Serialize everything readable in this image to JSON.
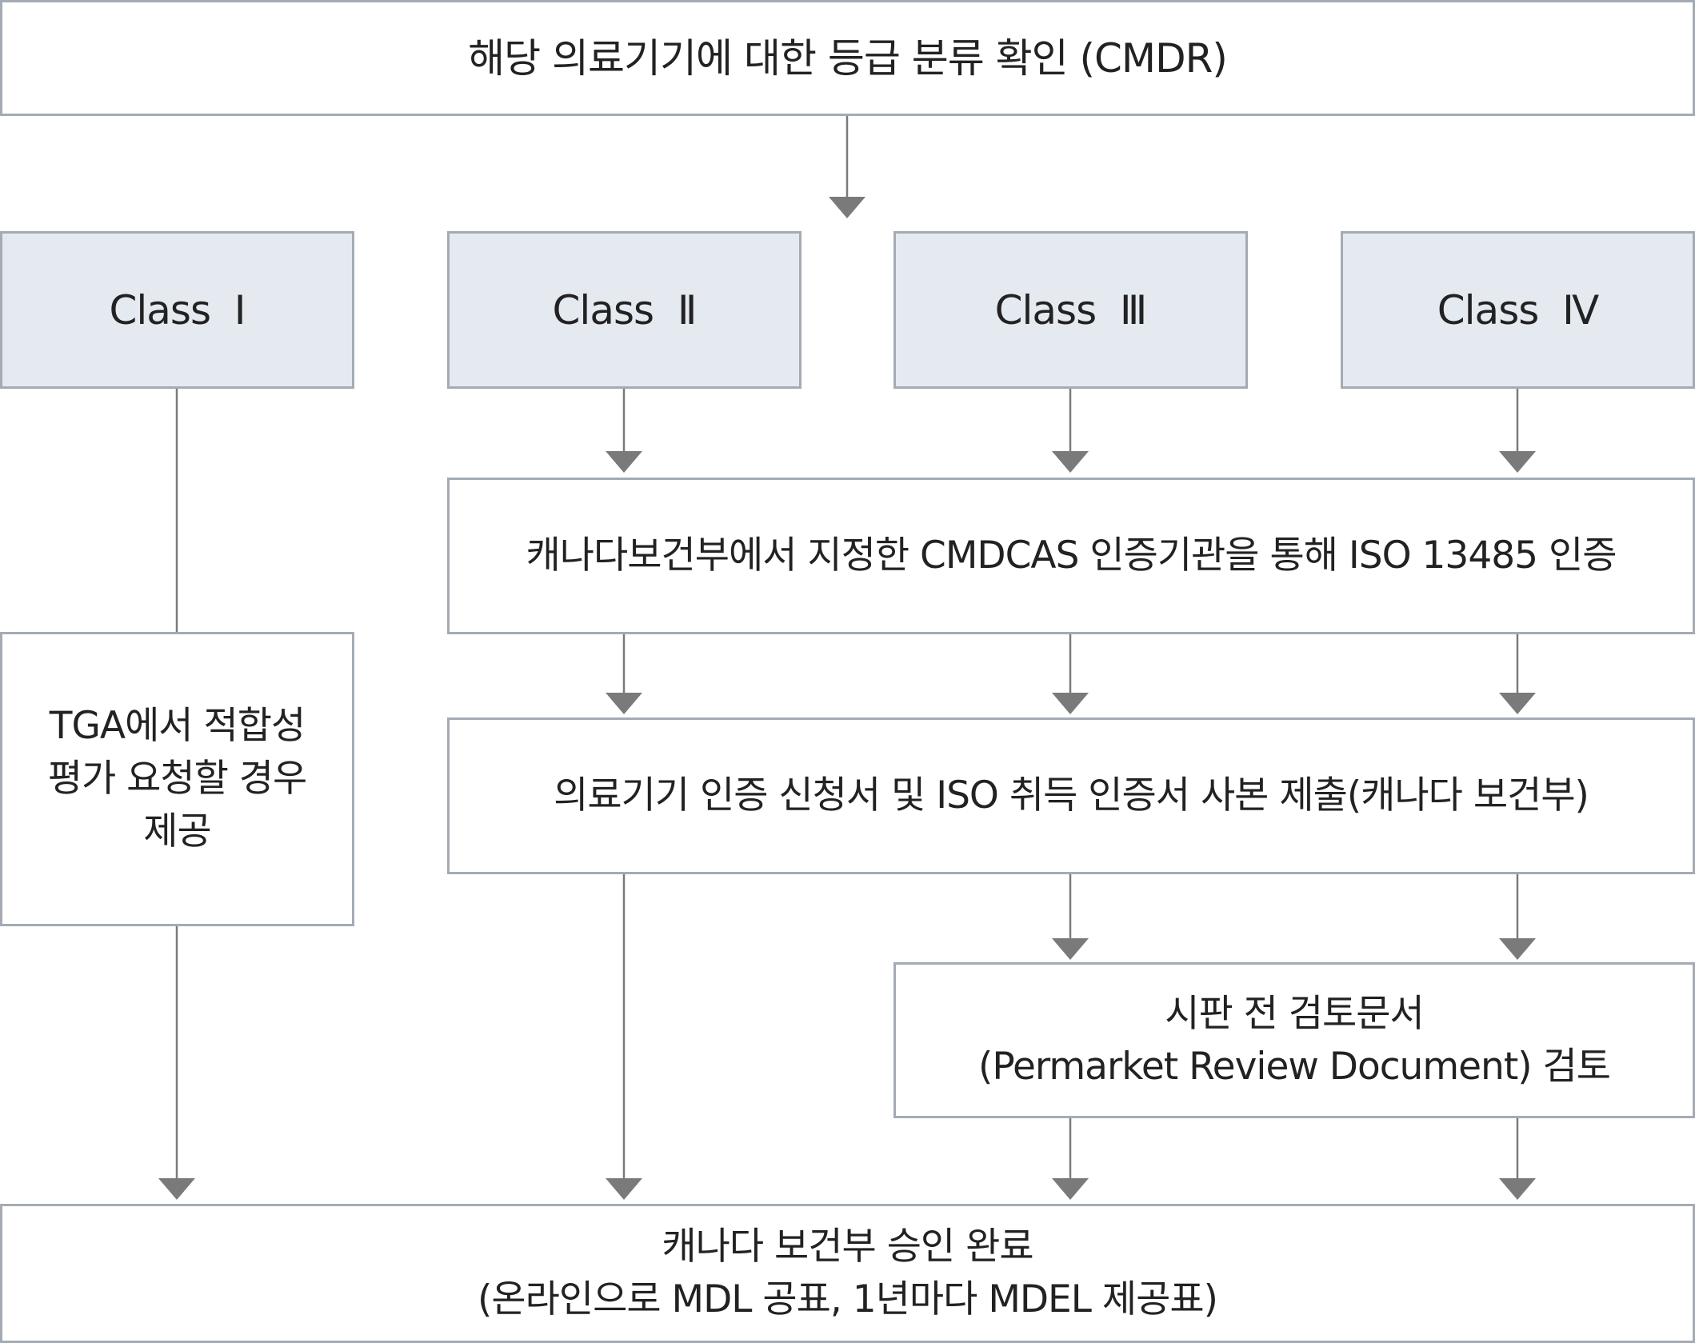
{
  "top": {
    "text": "해당 의료기기에 대한 등급 분류 확인 (CMDR)"
  },
  "classes": [
    {
      "label": "Class  Ⅰ"
    },
    {
      "label": "Class  Ⅱ"
    },
    {
      "label": "Class  Ⅲ"
    },
    {
      "label": "Class  Ⅳ"
    }
  ],
  "tga": {
    "lines": [
      "TGA에서 적합성",
      "평가 요청할 경우",
      "제공"
    ]
  },
  "iso_cert": {
    "text": "캐나다보건부에서 지정한 CMDCAS 인증기관을 통해 ISO 13485 인증"
  },
  "application": {
    "text": "의료기기 인증 신청서 및  ISO 취득 인증서 사본 제출(캐나다 보건부)"
  },
  "review": {
    "lines": [
      "시판 전 검토문서",
      "(Permarket Review Document) 검토"
    ]
  },
  "final": {
    "lines": [
      "캐나다 보건부 승인 완료",
      "(온라인으로 MDL 공표, 1년마다 MDEL 제공표)"
    ]
  },
  "colors": {
    "border": "#a4abb4",
    "class_fill": "#e5eaf1",
    "connector": "#7a7a7a"
  }
}
